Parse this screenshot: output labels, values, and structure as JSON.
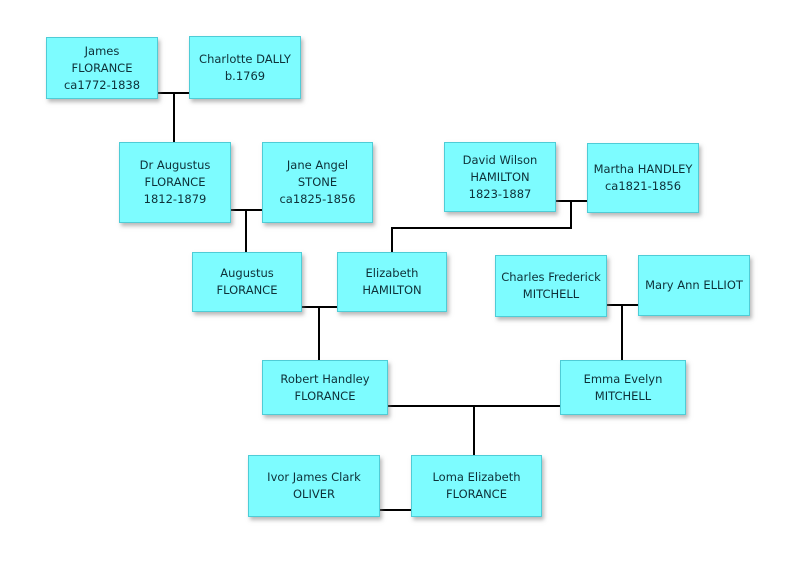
{
  "diagram": {
    "type": "family-tree"
  },
  "colors": {
    "background": "#ffffff",
    "box_fill": "#7dfcff",
    "box_border": "#4fccd6",
    "connector": "#000000",
    "text": "#0e3038",
    "shadow": "rgba(125,125,125,0.55)"
  },
  "people": {
    "james": {
      "lines": [
        "James",
        "FLORANCE",
        "ca1772-1838"
      ]
    },
    "charlotte": {
      "lines": [
        "Charlotte DALLY",
        "b.1769"
      ]
    },
    "dr_augustus": {
      "lines": [
        "Dr Augustus",
        "FLORANCE",
        "1812-1879"
      ]
    },
    "jane": {
      "lines": [
        "Jane Angel",
        "STONE",
        "ca1825-1856"
      ]
    },
    "david": {
      "lines": [
        "David Wilson",
        "HAMILTON",
        "1823-1887"
      ]
    },
    "martha": {
      "lines": [
        "Martha HANDLEY",
        "ca1821-1856"
      ]
    },
    "augustus": {
      "lines": [
        "Augustus",
        "FLORANCE"
      ]
    },
    "elizabeth": {
      "lines": [
        "Elizabeth",
        "HAMILTON"
      ]
    },
    "charles": {
      "lines": [
        "Charles Frederick",
        "MITCHELL"
      ]
    },
    "maryann": {
      "lines": [
        "Mary Ann ELLIOT"
      ]
    },
    "robert": {
      "lines": [
        "Robert Handley",
        "FLORANCE"
      ]
    },
    "emma": {
      "lines": [
        "Emma Evelyn",
        "MITCHELL"
      ]
    },
    "ivor": {
      "lines": [
        "Ivor James Clark",
        "OLIVER"
      ]
    },
    "loma": {
      "lines": [
        "Loma Elizabeth",
        "FLORANCE"
      ]
    }
  },
  "relationships": [
    {
      "partners": [
        "James FLORANCE",
        "Charlotte DALLY"
      ],
      "children": [
        "Dr Augustus FLORANCE"
      ]
    },
    {
      "partners": [
        "Dr Augustus FLORANCE",
        "Jane Angel STONE"
      ],
      "children": [
        "Augustus FLORANCE"
      ]
    },
    {
      "partners": [
        "David Wilson HAMILTON",
        "Martha HANDLEY"
      ],
      "children": [
        "Elizabeth HAMILTON"
      ]
    },
    {
      "partners": [
        "Augustus FLORANCE",
        "Elizabeth HAMILTON"
      ],
      "children": [
        "Robert Handley FLORANCE"
      ]
    },
    {
      "partners": [
        "Charles Frederick MITCHELL",
        "Mary Ann ELLIOT"
      ],
      "children": [
        "Emma Evelyn MITCHELL"
      ]
    },
    {
      "partners": [
        "Robert Handley FLORANCE",
        "Emma Evelyn MITCHELL"
      ],
      "children": [
        "Loma Elizabeth FLORANCE"
      ]
    },
    {
      "partners": [
        "Ivor James Clark OLIVER",
        "Loma Elizabeth FLORANCE"
      ],
      "children": []
    }
  ]
}
